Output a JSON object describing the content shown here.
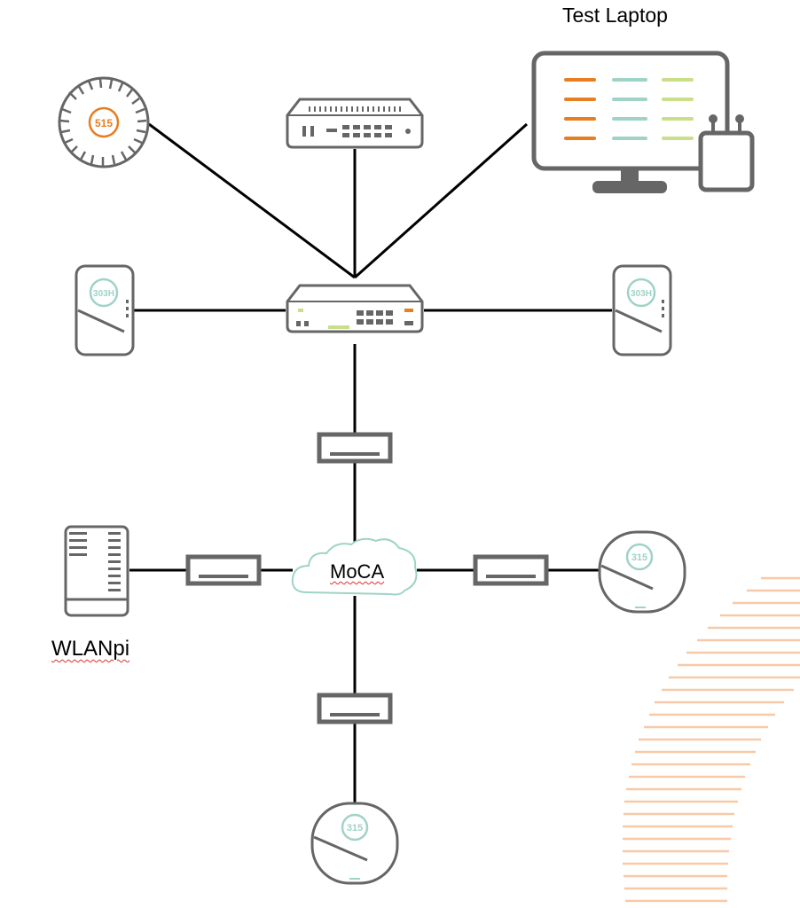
{
  "labels": {
    "test_laptop": "Test Laptop",
    "wlanpi": "WLANpi",
    "moca": "MoCA"
  },
  "ap_labels": {
    "ap_515": "515",
    "ap_303h": "303H",
    "ap_315": "315"
  },
  "colors": {
    "line": "#000000",
    "device_gray": "#666666",
    "accent_orange": "#e67e22",
    "accent_teal": "#9fd3c7",
    "accent_lime": "#c9df8a",
    "cloud_stroke": "#9fd3c7",
    "background_arc": "#f7c9a8"
  }
}
